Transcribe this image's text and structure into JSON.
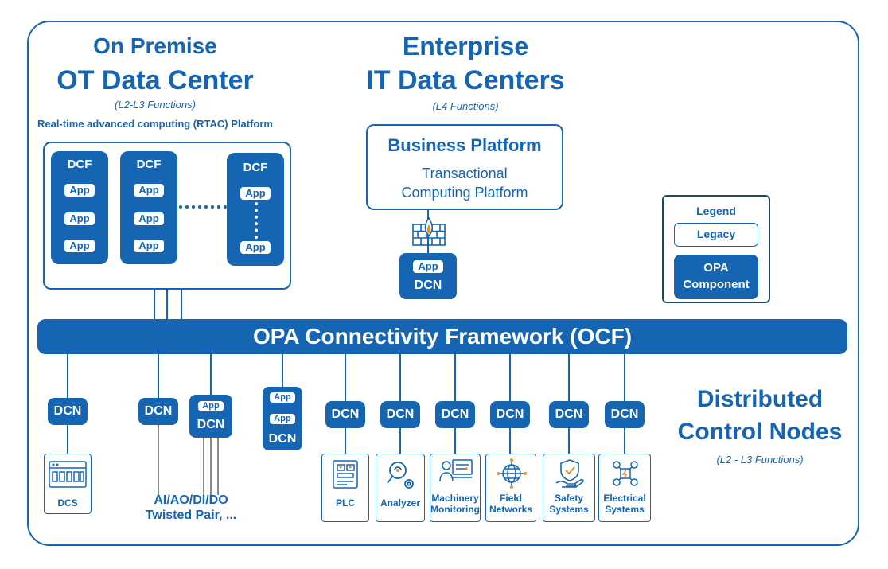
{
  "on_premise": {
    "line1": "On Premise",
    "line2": "OT Data Center",
    "functions": "(L2-L3 Functions)",
    "platform": "Real-time advanced computing (RTAC) Platform"
  },
  "enterprise": {
    "line1": "Enterprise",
    "line2": "IT Data Centers",
    "functions": "(L4 Functions)"
  },
  "business_platform": {
    "title": "Business Platform",
    "line1": "Transactional",
    "line2": "Computing Platform"
  },
  "dcf": {
    "label": "DCF",
    "app": "App"
  },
  "dcn_label": "DCN",
  "app_label": "App",
  "legend": {
    "title": "Legend",
    "legacy": "Legacy",
    "opa_line1": "OPA",
    "opa_line2": "Component"
  },
  "ocf": {
    "label": "OPA Connectivity Framework (OCF)"
  },
  "distributed": {
    "line1": "Distributed",
    "line2": "Control Nodes",
    "functions": "(L2 - L3 Functions)"
  },
  "io": {
    "line1": "AI/AO/DI/DO",
    "line2": "Twisted Pair, ..."
  },
  "devices": [
    {
      "line1": "DCS",
      "line2": "",
      "icon": "dcs-icon"
    },
    {
      "line1": "PLC",
      "line2": "",
      "icon": "plc-icon"
    },
    {
      "line1": "Analyzer",
      "line2": "",
      "icon": "analyzer-icon"
    },
    {
      "line1": "Machinery",
      "line2": "Monitoring",
      "icon": "machinery-icon"
    },
    {
      "line1": "Field",
      "line2": "Networks",
      "icon": "globe-icon"
    },
    {
      "line1": "Safety",
      "line2": "Systems",
      "icon": "shield-icon"
    },
    {
      "line1": "Electrical",
      "line2": "Systems",
      "icon": "electrical-icon"
    }
  ],
  "colors": {
    "primary": "#1565b3",
    "legacy_line": "#8a8a8a",
    "fire": "#f28c28"
  }
}
